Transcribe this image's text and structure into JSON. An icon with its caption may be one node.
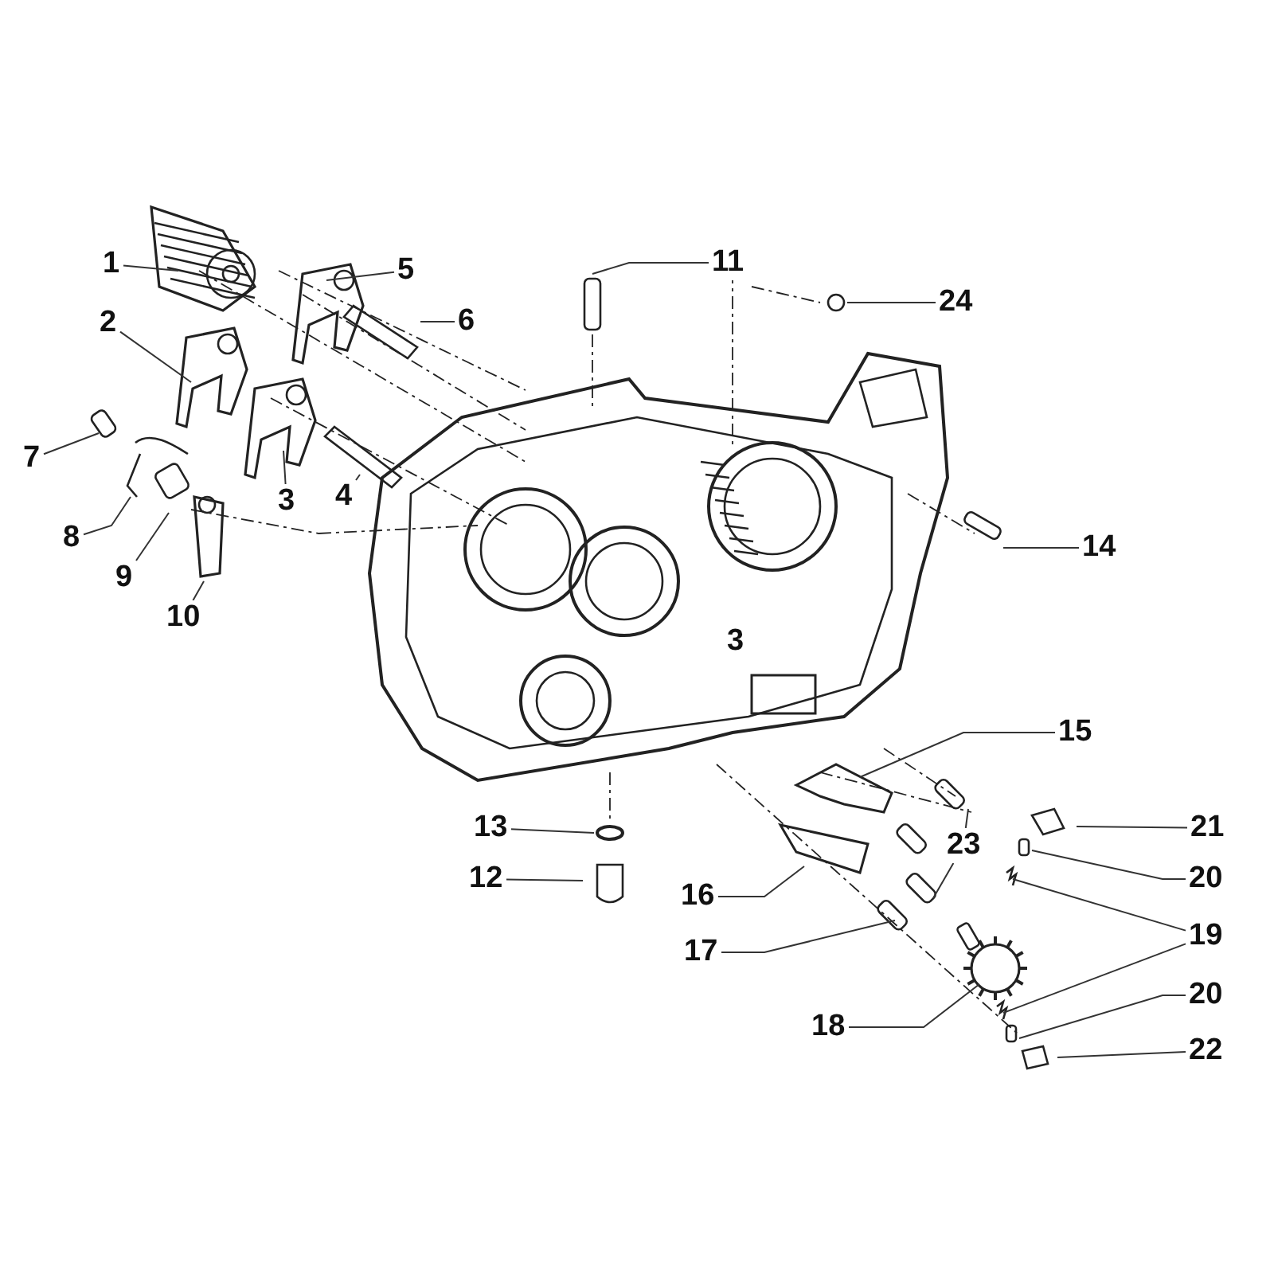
{
  "diagram": {
    "nodes": [
      {
        "text": [
          "1"
        ]
      },
      {
        "text": [
          "5"
        ]
      },
      {
        "text": [
          "11"
        ]
      },
      {
        "text": [
          "24"
        ]
      },
      {
        "text": [
          "6"
        ]
      },
      {
        "text": [
          "2"
        ]
      },
      {
        "text": [
          "7"
        ]
      },
      {
        "text": [
          "3"
        ]
      },
      {
        "text": [
          "4"
        ]
      },
      {
        "text": [
          "14"
        ]
      },
      {
        "text": [
          "8"
        ]
      },
      {
        "text": [
          "9"
        ]
      },
      {
        "text": [
          "10"
        ]
      },
      {
        "text": [
          "15"
        ]
      },
      {
        "text": [
          "21"
        ]
      },
      {
        "text": [
          "13"
        ]
      },
      {
        "text": [
          "23"
        ]
      },
      {
        "text": [
          "20"
        ]
      },
      {
        "text": [
          "12"
        ]
      },
      {
        "text": [
          "16"
        ]
      },
      {
        "text": [
          "19"
        ]
      },
      {
        "text": [
          "17"
        ]
      },
      {
        "text": [
          "20"
        ]
      },
      {
        "text": [
          "18"
        ]
      },
      {
        "text": [
          "22"
        ]
      },
      {
        "text": [
          "3"
        ]
      }
    ],
    "edges": [
      {
        "from": 0,
        "to": null,
        "arrow": "none"
      },
      {
        "from": 1,
        "to": null,
        "arrow": "none"
      },
      {
        "from": 2,
        "to": null,
        "arrow": "none"
      },
      {
        "from": 3,
        "to": null,
        "arrow": "none"
      },
      {
        "from": 4,
        "to": null,
        "arrow": "none"
      },
      {
        "from": 5,
        "to": null,
        "arrow": "none"
      },
      {
        "from": 6,
        "to": null,
        "arrow": "none"
      },
      {
        "from": 7,
        "to": null,
        "arrow": "none"
      },
      {
        "from": 8,
        "to": null,
        "arrow": "none"
      },
      {
        "from": 9,
        "to": null,
        "arrow": "none"
      },
      {
        "from": 10,
        "to": null,
        "arrow": "none"
      },
      {
        "from": 11,
        "to": null,
        "arrow": "none"
      },
      {
        "from": 12,
        "to": null,
        "arrow": "none"
      },
      {
        "from": 13,
        "to": null,
        "arrow": "none"
      },
      {
        "from": 14,
        "to": null,
        "arrow": "none"
      },
      {
        "from": 15,
        "to": null,
        "arrow": "none"
      },
      {
        "from": 16,
        "to": null,
        "arrow": "none"
      },
      {
        "from": 16,
        "to": null,
        "arrow": "none"
      },
      {
        "from": 17,
        "to": null,
        "arrow": "none"
      },
      {
        "from": 18,
        "to": null,
        "arrow": "none"
      },
      {
        "from": 19,
        "to": null,
        "arrow": "none"
      },
      {
        "from": 20,
        "to": null,
        "arrow": "none"
      },
      {
        "from": 20,
        "to": null,
        "arrow": "none"
      },
      {
        "from": 21,
        "to": null,
        "arrow": "none"
      },
      {
        "from": 22,
        "to": null,
        "arrow": "none"
      },
      {
        "from": 23,
        "to": null,
        "arrow": "none"
      },
      {
        "from": 24,
        "to": null,
        "arrow": "none"
      }
    ]
  }
}
